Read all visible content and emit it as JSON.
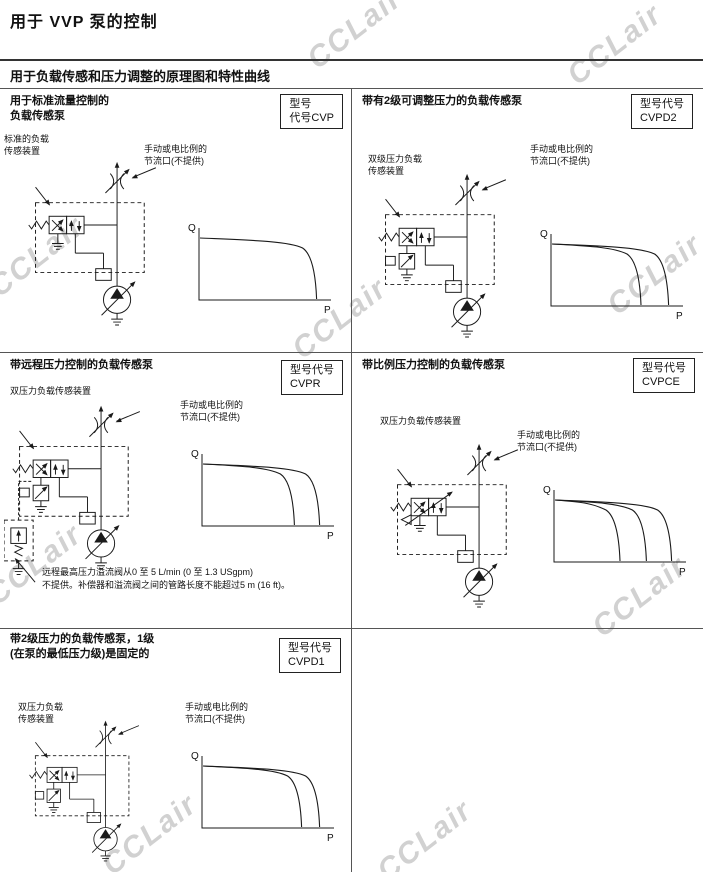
{
  "page": {
    "title": "用于 VVP 泵的控制",
    "section_title": "用于负载传感和压力调整的原理图和特性曲线",
    "watermark": "CCLair"
  },
  "panels": [
    {
      "id": "cvp",
      "variant": "std",
      "heading1": "用于标准流量控制的",
      "heading2": "负载传感泵",
      "model_line1": "型号",
      "model_line2": "代号CVP",
      "callout_device1": "标准的负载",
      "callout_device2": "传感装置",
      "callout_orifice1": "手动或电比例的",
      "callout_orifice2": "节流口(不提供)",
      "q_label": "Q",
      "p_label": "P",
      "curve_drops": [
        0.93
      ]
    },
    {
      "id": "cvpd2",
      "variant": "d2",
      "heading1": "带有2级可调整压力的负载传感泵",
      "model_line1": "型号代号",
      "model_line2": "CVPD2",
      "callout_device1": "双级压力负载",
      "callout_device2": "传感装置",
      "callout_orifice1": "手动或电比例的",
      "callout_orifice2": "节流口(不提供)",
      "q_label": "Q",
      "p_label": "P",
      "curve_drops": [
        0.7,
        0.93
      ]
    },
    {
      "id": "cvpr",
      "variant": "r",
      "heading1": "带远程压力控制的负载传感泵",
      "model_line1": "型号代号",
      "model_line2": "CVPR",
      "callout_device1": "双压力负载传感装置",
      "callout_orifice1": "手动或电比例的",
      "callout_orifice2": "节流口(不提供)",
      "note1": "远程最高压力溢流阀从0 至 5 L/min (0 至 1.3 USgpm)",
      "note2": "不提供。补偿器和溢流阀之间的管路长度不能超过5 m (16 ft)。",
      "q_label": "Q",
      "p_label": "P",
      "curve_drops": [
        0.72,
        0.93
      ]
    },
    {
      "id": "cvpce",
      "variant": "ce",
      "heading1": "带比例压力控制的负载传感泵",
      "model_line1": "型号代号",
      "model_line2": "CVPCE",
      "callout_device1": "双压力负载传感装置",
      "callout_orifice1": "手动或电比例的",
      "callout_orifice2": "节流口(不提供)",
      "q_label": "Q",
      "p_label": "P",
      "curve_drops": [
        0.5,
        0.72,
        0.93
      ]
    },
    {
      "id": "cvpd1",
      "variant": "d1",
      "heading1": "带2级压力的负载传感泵，1级",
      "heading2": "(在泵的最低压力级)是固定的",
      "model_line1": "型号代号",
      "model_line2": "CVPD1",
      "callout_device1": "双压力负载",
      "callout_device2": "传感装置",
      "callout_orifice1": "手动或电比例的",
      "callout_orifice2": "节流口(不提供)",
      "q_label": "Q",
      "p_label": "P",
      "curve_drops": [
        0.78,
        0.93
      ]
    }
  ]
}
